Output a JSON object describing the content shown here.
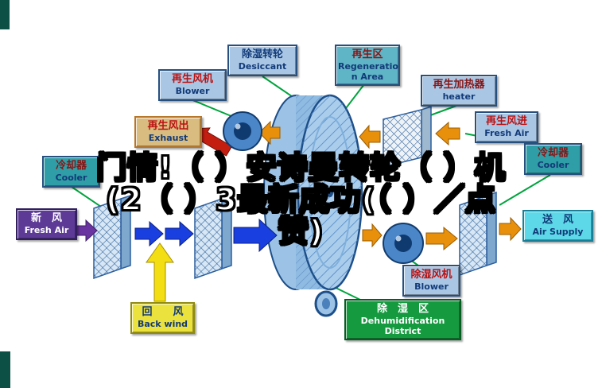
{
  "watermark": {
    "line1": "门情!（ ）安诗曼转轮（ ）机",
    "line2": "(2（ ）3最新成功(（ ）／点",
    "line3": "赞)"
  },
  "labels": {
    "regen_blower": {
      "zh": "再生风机",
      "en": "Blower"
    },
    "desiccant_wheel": {
      "zh": "除湿转轮",
      "en": "Desiccant"
    },
    "regen_area": {
      "zh": "再生区",
      "en": "Regeneratio n Area"
    },
    "regen_heater": {
      "zh": "再生加热器",
      "en": "heater"
    },
    "regen_exhaust": {
      "zh": "再生风出",
      "en": "Exhaust"
    },
    "regen_fresh_air": {
      "zh": "再生风进",
      "en": "Fresh Air"
    },
    "cooler_left": {
      "zh": "冷却器",
      "en": "Cooler"
    },
    "cooler_right": {
      "zh": "冷却器",
      "en": "Cooler"
    },
    "fresh_air": {
      "zh": "新　风",
      "en": "Fresh Air"
    },
    "air_supply": {
      "zh": "送　风",
      "en": "Air Supply"
    },
    "back_wind": {
      "zh": "回　　风",
      "en": "Back wind"
    },
    "dehum_blower": {
      "zh": "除湿风机",
      "en": "Blower"
    },
    "dehum_district": {
      "zh": "除　湿　区",
      "en1": "Dehumidification",
      "en2": "District"
    }
  },
  "colors": {
    "label_blue_bg": "#a9c7e5",
    "teal_bg": "#2f9ea6",
    "regen_area_bg": "#5fb4c6",
    "tan_bg": "#d9bd80",
    "purple_bg": "#5c3a96",
    "cyan_bg": "#5cd8e8",
    "yellow_bg": "#ece23e",
    "green_bg": "#169a40",
    "arrow_orange": "#e8900c",
    "arrow_blue": "#1a3fe0",
    "arrow_purple": "#6a35a0",
    "arrow_yellow": "#f2de12",
    "arrow_red": "#c41e10",
    "connector_green": "#00a43e",
    "rotor_blue": "#9cc3e6"
  }
}
